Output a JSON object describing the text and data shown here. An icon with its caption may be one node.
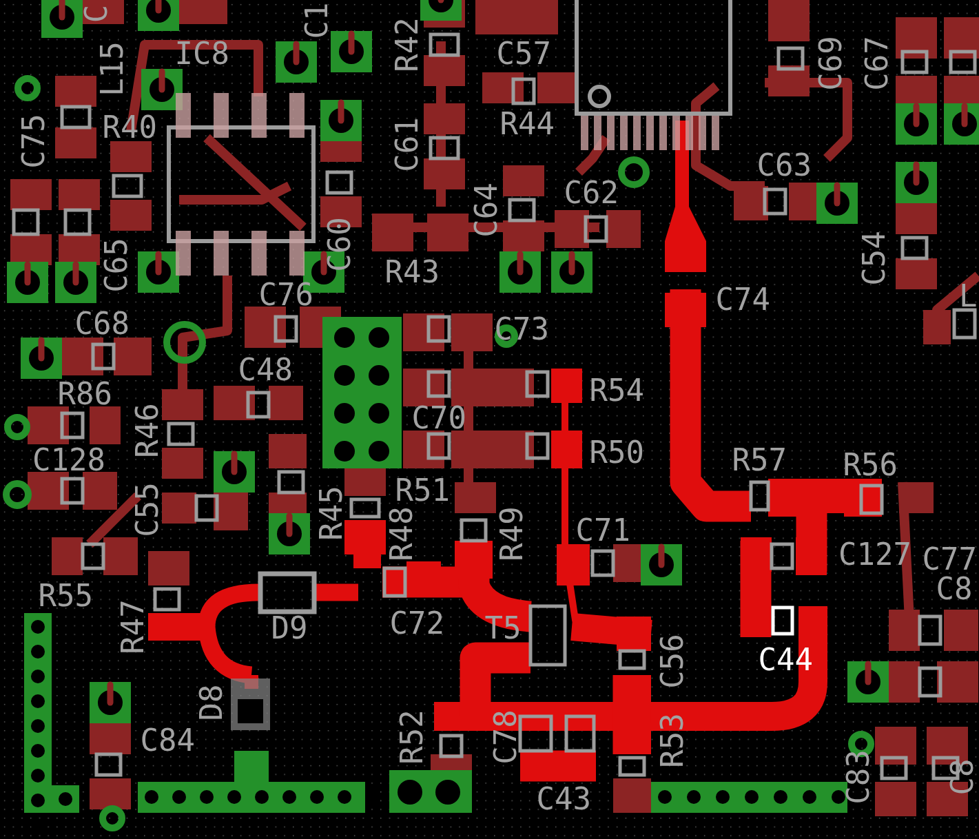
{
  "diagram": {
    "labels": [
      "C",
      "C1",
      "IC8",
      "R42",
      "C57",
      "C69",
      "C67",
      "L15",
      "R40",
      "C75",
      "R44",
      "C61",
      "C63",
      "C62",
      "C64",
      "C60",
      "C65",
      "R43",
      "C54",
      "L",
      "C76",
      "C74",
      "C68",
      "C73",
      "C48",
      "R54",
      "R86",
      "C70",
      "R46",
      "R50",
      "C128",
      "R57",
      "R56",
      "R51",
      "C55",
      "R45",
      "R48",
      "R49",
      "C71",
      "C127",
      "C77",
      "C8",
      "R55",
      "C72",
      "D9",
      "R47",
      "T5",
      "C56",
      "C44",
      "D8",
      "C84",
      "R52",
      "C78",
      "R53",
      "C83",
      "C8",
      "C43"
    ]
  }
}
